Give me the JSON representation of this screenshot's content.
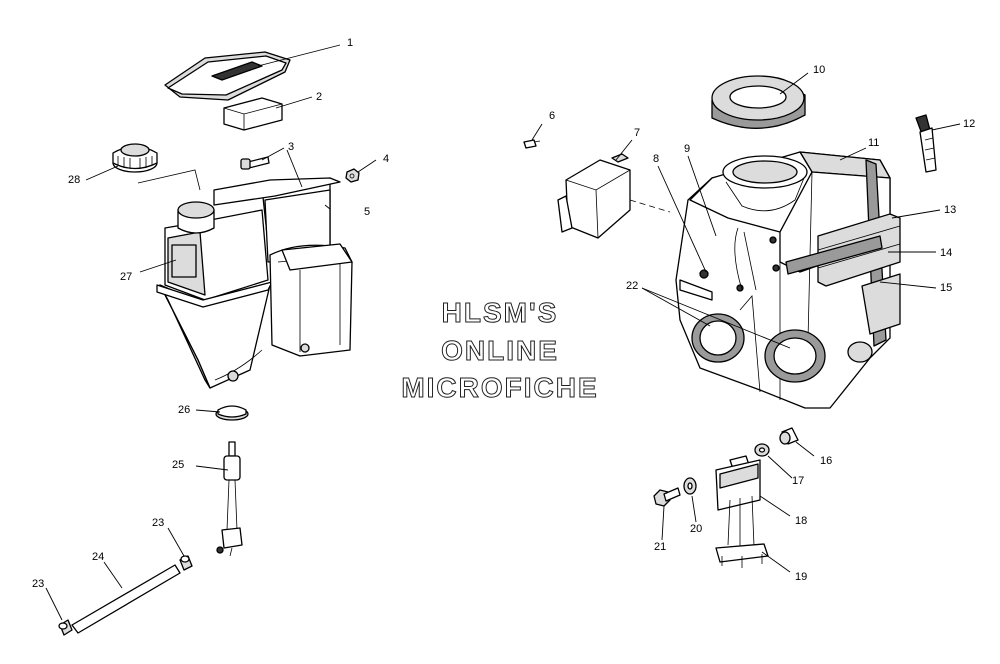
{
  "watermark": {
    "line1": "HLSM'S",
    "line2": "ONLINE",
    "line3": "MICROFICHE"
  },
  "callouts": [
    "1",
    "2",
    "3",
    "4",
    "5",
    "6",
    "7",
    "8",
    "9",
    "10",
    "11",
    "12",
    "13",
    "14",
    "15",
    "16",
    "17",
    "18",
    "19",
    "20",
    "21",
    "22",
    "23",
    "23",
    "24",
    "25",
    "26",
    "27",
    "28"
  ]
}
